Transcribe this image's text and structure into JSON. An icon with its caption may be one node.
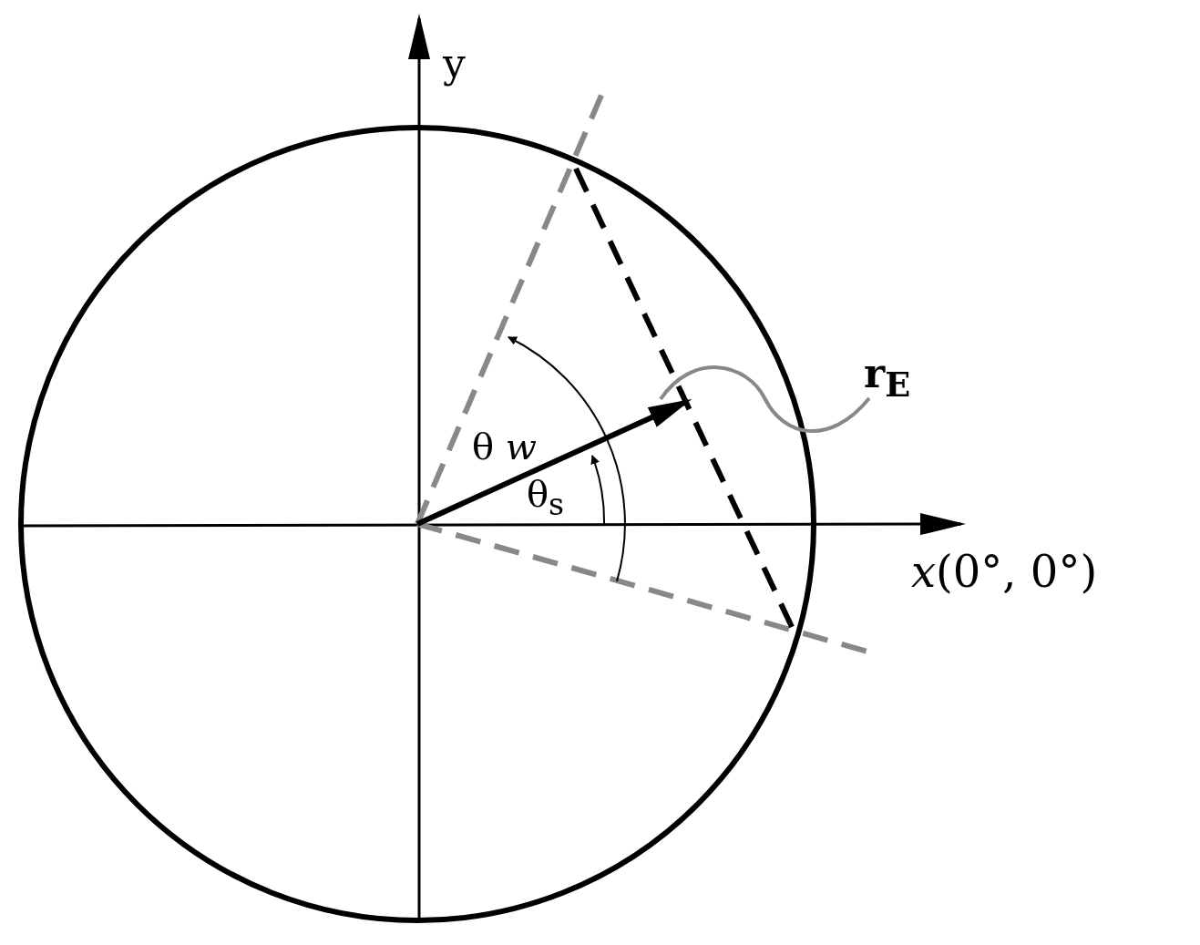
{
  "diagram": {
    "nodes": [
      {
        "text": [
          "r$_{E}$"
        ]
      },
      {
        "text": [],
        "shape": "arrow"
      }
    ],
    "edges": [
      {
        "from": 0,
        "to": 1,
        "arrow": "none"
      }
    ],
    "labels": [
      "y",
      "θ *w*",
      "θ$_{s}$",
      "*x*(0°, 0°)"
    ]
  }
}
